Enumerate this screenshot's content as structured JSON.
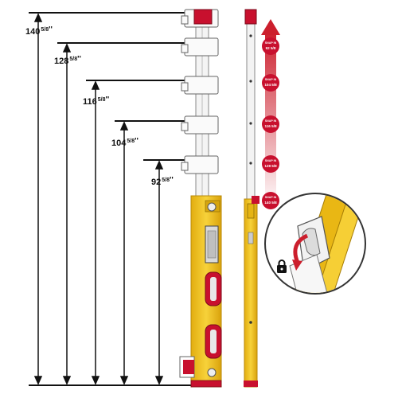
{
  "measurements": [
    {
      "whole": "140",
      "frac": "5/8",
      "unit": "''"
    },
    {
      "whole": "128",
      "frac": "5/8",
      "unit": "''"
    },
    {
      "whole": "116",
      "frac": "5/8",
      "unit": "''"
    },
    {
      "whole": "104",
      "frac": "5/8",
      "unit": "''"
    },
    {
      "whole": "92",
      "frac": "5/8",
      "unit": "''"
    }
  ],
  "snap_stops": [
    {
      "label": "SNAP IN",
      "value": "92 5/8"
    },
    {
      "label": "SNAP IN",
      "value": "104 5/8"
    },
    {
      "label": "SNAP IN",
      "value": "116 5/8"
    },
    {
      "label": "SNAP IN",
      "value": "128 5/8"
    },
    {
      "label": "SNAP IN",
      "value": "140 5/8"
    }
  ],
  "colors": {
    "level_body": "#f2c21b",
    "level_edge": "#c99a0a",
    "accent_red": "#c8102e",
    "arrow_red": "#cc1f2d",
    "line": "#111111"
  },
  "icons": {
    "up_arrow": "up-arrow-icon",
    "lock": "lock-icon",
    "rotate": "rotate-arrow-icon"
  }
}
